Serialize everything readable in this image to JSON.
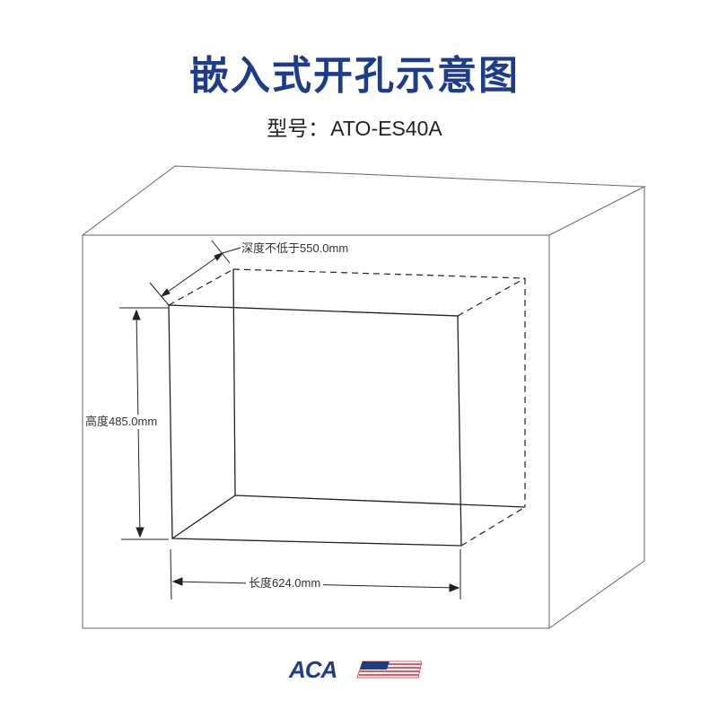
{
  "header": {
    "title": "嵌入式开孔示意图",
    "model_label": "型号：",
    "model_value": "ATO-ES40A"
  },
  "dimensions": {
    "depth": "深度不低于550.0mm",
    "height": "高度485.0mm",
    "length": "长度624.0mm"
  },
  "logo": {
    "brand": "ACA",
    "brand_color": "#1e3c8c",
    "flag_red": "#c8283c"
  },
  "colors": {
    "title": "#1e3c8c",
    "line": "#333333"
  }
}
